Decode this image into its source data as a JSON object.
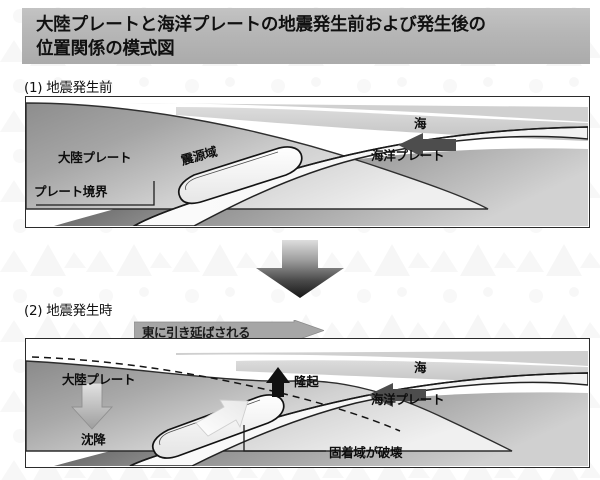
{
  "document": {
    "title": "大陸プレートと海洋プレートの地震発生前および発生後の位置関係の模式図",
    "title_line_1": "大陸プレートと海洋プレートの地震発生前および発生後の",
    "title_line_2": "位置関係の模式図",
    "background_color": "#ffffff",
    "title_bar_color": "#b6b6b6"
  },
  "panels": [
    {
      "caption": "(1) 地震発生前",
      "labels": {
        "continental_plate": "大陸プレート",
        "plate_boundary": "プレート境界",
        "focal_region": "震源域",
        "sea": "海",
        "oceanic_plate": "海洋プレート"
      },
      "arrows": [
        {
          "name": "oceanic-plate-motion-arrow",
          "direction": "left",
          "color": "#4a4a4a"
        }
      ]
    },
    {
      "caption": "(2) 地震発生時",
      "labels": {
        "continental_plate": "大陸プレート",
        "sea": "海",
        "oceanic_plate": "海洋プレート",
        "stretched_east": "東に引き延ばされる",
        "uplift": "隆起",
        "subsidence": "沈降",
        "locked_zone_rupture": "固着域が破壊"
      },
      "arrows": [
        {
          "name": "stretch-east-banner-arrow",
          "direction": "right",
          "color": "#9a9a9a"
        },
        {
          "name": "uplift-arrow",
          "direction": "up",
          "color": "#111111"
        },
        {
          "name": "subsidence-arrow",
          "direction": "down",
          "color": "#a8a8a8"
        },
        {
          "name": "rebound-arrow",
          "direction": "up-right",
          "color": "#f2f2f2"
        },
        {
          "name": "oceanic-plate-motion-arrow",
          "direction": "left",
          "color": "#4a4a4a"
        }
      ]
    }
  ],
  "transition": {
    "name": "transition-down-arrow",
    "direction": "down",
    "gradient_from": "#d8d8d8",
    "gradient_to": "#1c1c1c"
  }
}
